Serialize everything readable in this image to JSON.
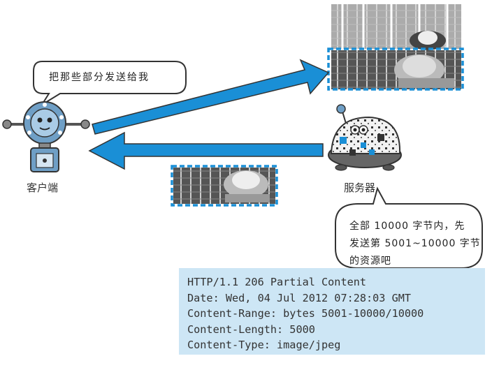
{
  "client": {
    "label": "客户端",
    "bubble": "把那些部分发送给我"
  },
  "server": {
    "label": "服务器",
    "bubble_line1": "全部 10000 字节内，先",
    "bubble_line2": "发送第 5001~10000 字节",
    "bubble_line3": "的资源吧"
  },
  "http_response": {
    "status_line": "HTTP/1.1 206 Partial Content",
    "date": "Date: Wed, 04 Jul 2012 07:28:03 GMT",
    "content_range": "Content-Range: bytes 5001-10000/10000",
    "content_length": "Content-Length: 5000",
    "content_type": "Content-Type: image/jpeg"
  },
  "colors": {
    "arrow": "#1a8fd6",
    "dashed_border": "#1a8fd6",
    "http_box_bg": "#cde6f5",
    "robot_body": "#6f9fc6"
  }
}
